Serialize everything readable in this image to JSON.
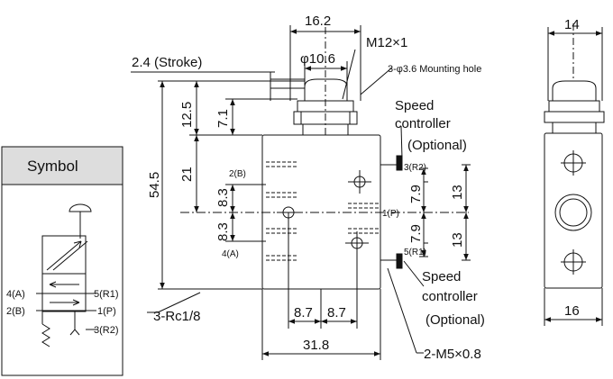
{
  "symbol": {
    "title": "Symbol",
    "port_4": "4(A)",
    "port_2": "2(B)",
    "port_5": "5(R1)",
    "port_1": "1(P)",
    "port_3": "3(R2)"
  },
  "dims": {
    "top_width": "16.2",
    "dia_10_6": "φ10.6",
    "thread": "M12×1",
    "stroke": "2.4 (Stroke)",
    "mounting": "3-φ3.6 Mounting hole",
    "height_12_5": "12.5",
    "height_7_1": "7.1",
    "total": "54.5",
    "h21": "21",
    "h8_3a": "8.3",
    "h8_3b": "8.3",
    "h7_9a": "7.9",
    "h7_9b": "7.9",
    "h13a": "13",
    "h13b": "13",
    "w8_7a": "8.7",
    "w8_7b": "8.7",
    "w31_8": "31.8",
    "rc": "3-Rc1/8",
    "m5": "2-M5×0.8",
    "side_top": "14",
    "side_bottom": "16"
  },
  "ports": {
    "p2": "2(B)",
    "p4": "4(A)",
    "p1": "1(P)",
    "p3": "3(R2)",
    "p5": "5(R1)"
  },
  "speed_top": {
    "line1": "Speed",
    "line2": "controller",
    "line3": "(Optional)"
  },
  "speed_bottom": {
    "line1": "Speed",
    "line2": "controller",
    "line3": "(Optional)"
  }
}
